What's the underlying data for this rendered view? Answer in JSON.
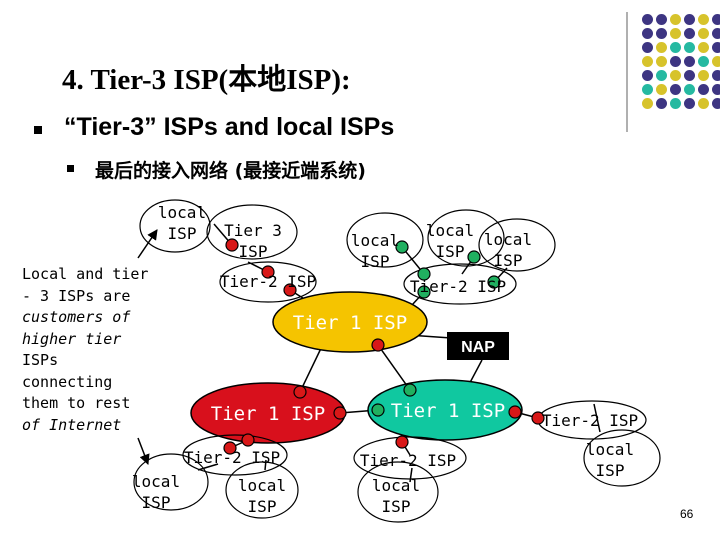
{
  "title": "4. Tier-3 ISP(本地ISP):",
  "bullet_level1": "“Tier-3” ISPs and local ISPs",
  "bullet_level2": "最后的接入网络 (最接近端系统)",
  "note_lines": [
    "Local and tier",
    "- 3 ISPs are",
    "customers of",
    "higher tier",
    "ISPs",
    "connecting",
    "them to rest",
    "of Internet"
  ],
  "page_number": "66",
  "labels": {
    "local": "local",
    "isp": "ISP",
    "tier3": "Tier 3",
    "tier2_isp": "Tier-2 ISP",
    "tier1_isp": "Tier 1 ISP",
    "nap": "NAP"
  },
  "colors": {
    "tier1_gold": "#f5c400",
    "tier1_red": "#d8101c",
    "tier1_teal": "#10c8a0",
    "router_red": "#d81818",
    "router_green": "#20b060",
    "nap_bg": "#000000",
    "dot_purple": "#3d3582",
    "dot_yellow": "#d7c32b",
    "dot_teal": "#25b9a1"
  }
}
